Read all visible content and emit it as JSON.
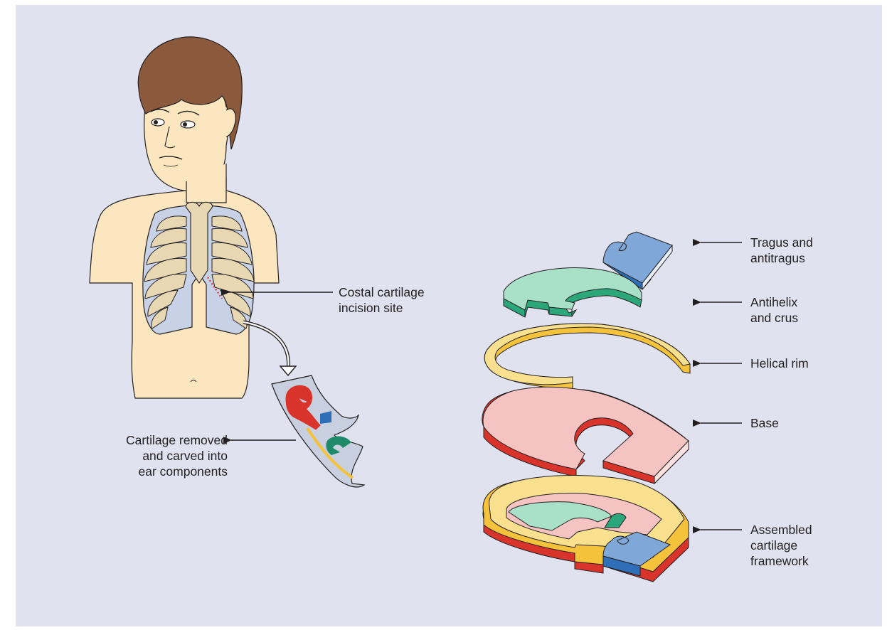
{
  "colors": {
    "background": "#e1e2f0",
    "skin": "#fbe6bf",
    "hair": "#8b5a3c",
    "rib_cage": "#e8d7b3",
    "costal_cartilage": "#b9c6df",
    "tragus_antitragus": "#2f6fb8",
    "antihelix_crus": "#1e8a6a",
    "helical_rim": "#f5c23c",
    "base": "#d9342b",
    "incision": "#d9342b"
  },
  "labels": {
    "incision": "Costal cartilage\nincision site",
    "removed": "Cartilage removed\nand carved into\near components",
    "tragus": "Tragus and\nantitragus",
    "antihelix": "Antihelix\nand crus",
    "helical_rim": "Helical rim",
    "base": "Base",
    "assembled": "Assembled\ncartilage\nframework"
  },
  "icons": {
    "pointer": "arrow-left",
    "transfer": "curved-double-arrow"
  }
}
